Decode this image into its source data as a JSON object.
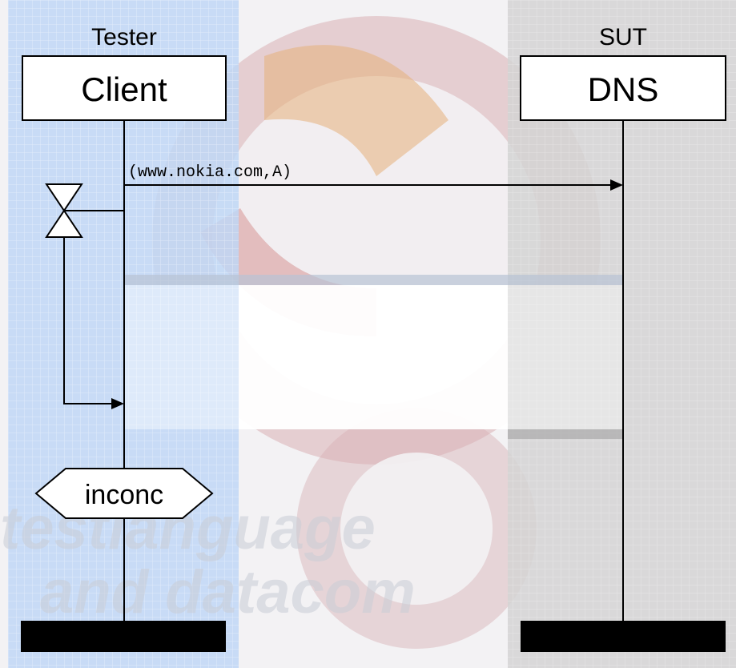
{
  "instances": [
    {
      "role": "Tester",
      "name": "Client"
    },
    {
      "role": "SUT",
      "name": "DNS"
    }
  ],
  "message": {
    "label": "(www.nokia.com,A)"
  },
  "verdict": {
    "label": "inconc"
  },
  "watermark": {
    "line1": "testlanguage",
    "line2": "and datacom"
  },
  "colors": {
    "tester_column": "#bfd7f6",
    "sut_column": "#d4d4d4",
    "grid_line": "#9fb8d8",
    "line": "#000000",
    "box_fill": "#ffffff",
    "watermark_text": "#c9cdd6",
    "logo_red": "#d38b8b",
    "logo_orange": "#e6b07a"
  }
}
